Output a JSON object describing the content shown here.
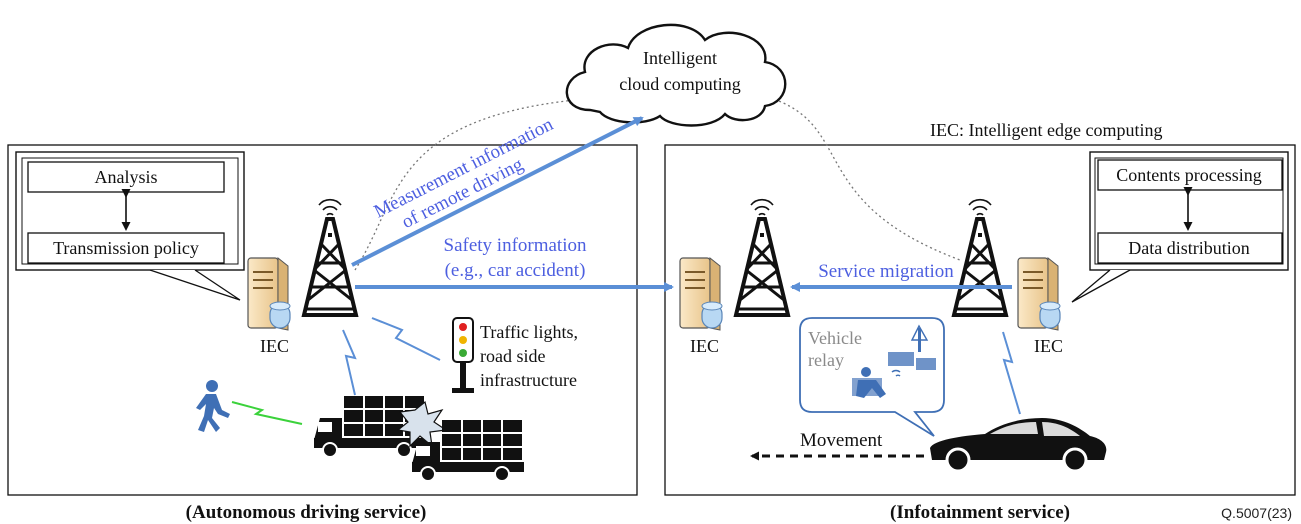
{
  "cloud": {
    "line1": "Intelligent",
    "line2": "cloud computing"
  },
  "legend_note": "IEC: Intelligent edge computing",
  "left_panel": {
    "caption": "(Autonomous driving service)",
    "box_top": "Analysis",
    "box_bottom": "Transmission policy",
    "iec_label": "IEC",
    "traffic_line1": "Traffic lights,",
    "traffic_line2": "road side",
    "traffic_line3": "infrastructure"
  },
  "right_panel": {
    "caption": "(Infotainment service)",
    "box_top": "Contents processing",
    "box_bottom": "Data distribution",
    "iec_left_label": "IEC",
    "iec_right_label": "IEC",
    "vehicle_relay_line1": "Vehicle",
    "vehicle_relay_line2": "relay",
    "movement": "Movement"
  },
  "arrows": {
    "measurement_line1": "Measurement information",
    "measurement_line2": "of remote driving",
    "safety_line1": "Safety information",
    "safety_line2": "(e.g., car accident)",
    "service_migration": "Service migration"
  },
  "figure_code": "Q.5007(23)",
  "colors": {
    "arrow_blue": "#5b8fd6",
    "label_blue": "#4d5fe0",
    "icon_blue": "#3f6fb5",
    "server_tan": "#f3d7a8"
  }
}
